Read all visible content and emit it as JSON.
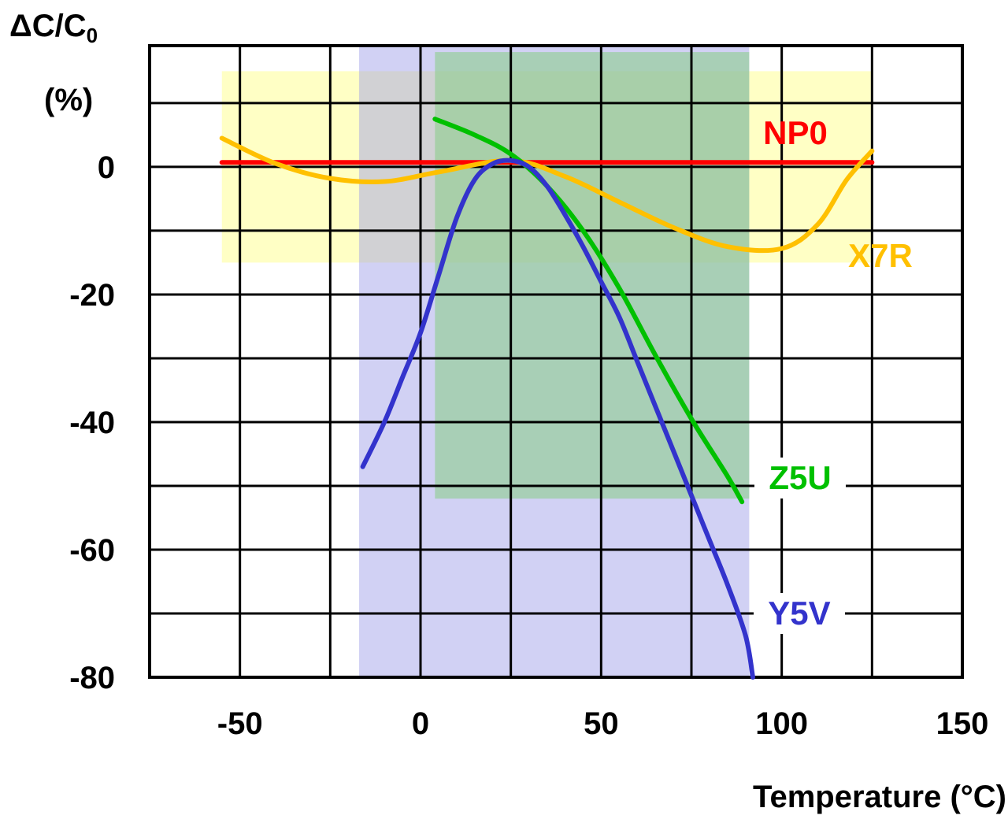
{
  "chart_data": {
    "type": "line",
    "ylabel_main": "ΔC/C",
    "ylabel_sub": "0",
    "ylabel_unit": "(%)",
    "xlabel": "Temperature (°C)",
    "xlim": [
      -75,
      150
    ],
    "ylim": [
      -80,
      19
    ],
    "x_ticks": [
      -50,
      0,
      50,
      100,
      150
    ],
    "y_ticks": [
      0,
      -20,
      -40,
      -60,
      -80
    ],
    "x_gridlines": [
      -50,
      -25,
      0,
      25,
      50,
      75,
      100,
      125
    ],
    "y_gridlines": [
      10,
      0,
      -10,
      -20,
      -30,
      -40,
      -50,
      -60,
      -70
    ],
    "bands": [
      {
        "name": "X7R",
        "x": [
          -55,
          125
        ],
        "y": [
          -15,
          15
        ],
        "color": "#ffffbf",
        "opacity": 0.9
      },
      {
        "name": "Y5V",
        "x": [
          -17,
          91
        ],
        "y": [
          -80,
          19
        ],
        "color": "#9a9ae6",
        "opacity": 0.45
      },
      {
        "name": "Z5U",
        "x": [
          4,
          91
        ],
        "y": [
          -52,
          18
        ],
        "color": "#8ccd8c",
        "opacity": 0.6
      }
    ],
    "series": [
      {
        "name": "NP0",
        "color": "#ff0000",
        "x": [
          -55,
          125
        ],
        "y": [
          0.7,
          0.7
        ]
      },
      {
        "name": "X7R",
        "color": "#ffc000",
        "x": [
          -55,
          -40,
          -25,
          -10,
          5,
          25,
          40,
          55,
          70,
          85,
          100,
          110,
          118,
          125
        ],
        "y": [
          4.5,
          0.5,
          -1.8,
          -2.3,
          -0.8,
          1.0,
          -1.5,
          -5.5,
          -9.5,
          -12.5,
          -12.8,
          -9,
          -2,
          2.5
        ]
      },
      {
        "name": "Z5U",
        "color": "#00c000",
        "x": [
          4,
          15,
          25,
          35,
          45,
          55,
          65,
          75,
          85,
          89
        ],
        "y": [
          7.5,
          5,
          2,
          -3,
          -10,
          -19,
          -29.5,
          -39.5,
          -48.5,
          -52.5
        ]
      },
      {
        "name": "Y5V",
        "color": "#3333cc",
        "x": [
          -16,
          -10,
          -5,
          0,
          5,
          10,
          15,
          20,
          25,
          30,
          35,
          40,
          45,
          50,
          55,
          60,
          65,
          70,
          75,
          80,
          85,
          90,
          92
        ],
        "y": [
          -47,
          -40,
          -33,
          -26,
          -17,
          -8,
          -2,
          0.5,
          1,
          0,
          -3,
          -7.5,
          -12.5,
          -18,
          -23.5,
          -30.5,
          -37.5,
          -44.5,
          -51.5,
          -58.5,
          -65.5,
          -73.5,
          -80
        ]
      }
    ],
    "labels": [
      {
        "text": "NP0",
        "color": "#ff0000"
      },
      {
        "text": "X7R",
        "color": "#ffc000"
      },
      {
        "text": "Z5U",
        "color": "#00c000"
      },
      {
        "text": "Y5V",
        "color": "#3333cc"
      }
    ],
    "grid": true,
    "legend": "inline"
  }
}
